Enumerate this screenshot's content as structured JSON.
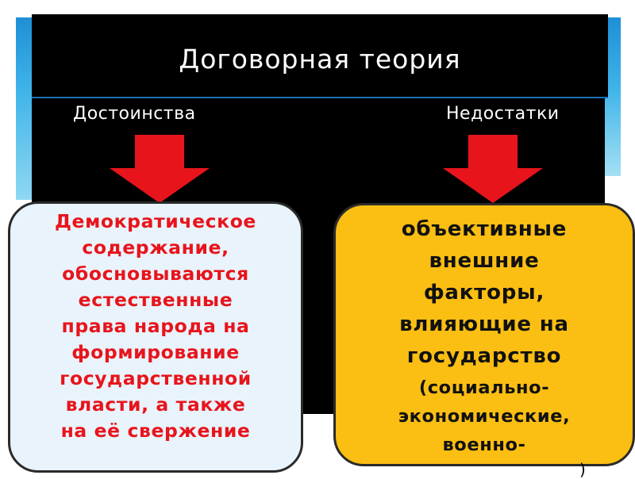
{
  "title": "Договорная теория",
  "columns": {
    "pros_label": "Достоинства",
    "cons_label": "Недостатки"
  },
  "pros_box": {
    "text": "Демократическое\nсодержание,\nобосновываются\nестественные\nправа народа на\nформирование\nгосударственной\nвласти, а также\nна её свержение"
  },
  "cons_box": {
    "main_text": "объективные\nвнешние\nфакторы,\nвлияющие на\nгосударство",
    "sub_text": "(социально-\nэкономические,\nвоенно-"
  },
  "stray_mark": ")",
  "colors": {
    "title_background": "#000000",
    "arrow": "#e8141c",
    "pros_box_fill": "#e9f3fb",
    "pros_text": "#e8141c",
    "cons_box_fill": "#fbbe12",
    "cons_text": "#111111",
    "accent_blue": "#3fb4ea"
  }
}
